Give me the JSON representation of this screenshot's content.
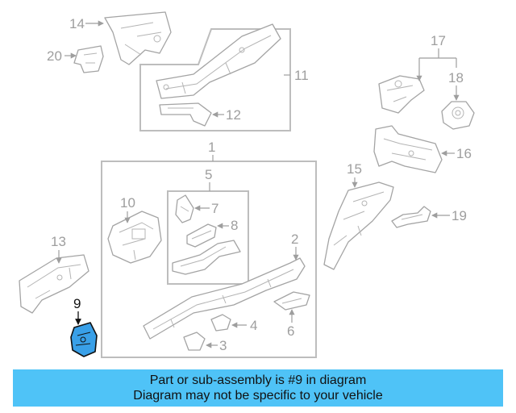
{
  "highlight": {
    "part": "9",
    "color": "#39a0e8"
  },
  "banner": {
    "line1": "Part or sub-assembly is #9 in diagram",
    "line2": "Diagram may not be specific to your vehicle",
    "background": "#4fc3f7"
  },
  "callouts": [
    "1",
    "2",
    "3",
    "4",
    "5",
    "6",
    "7",
    "8",
    "9",
    "10",
    "11",
    "12",
    "13",
    "14",
    "15",
    "16",
    "17",
    "18",
    "19",
    "20"
  ]
}
